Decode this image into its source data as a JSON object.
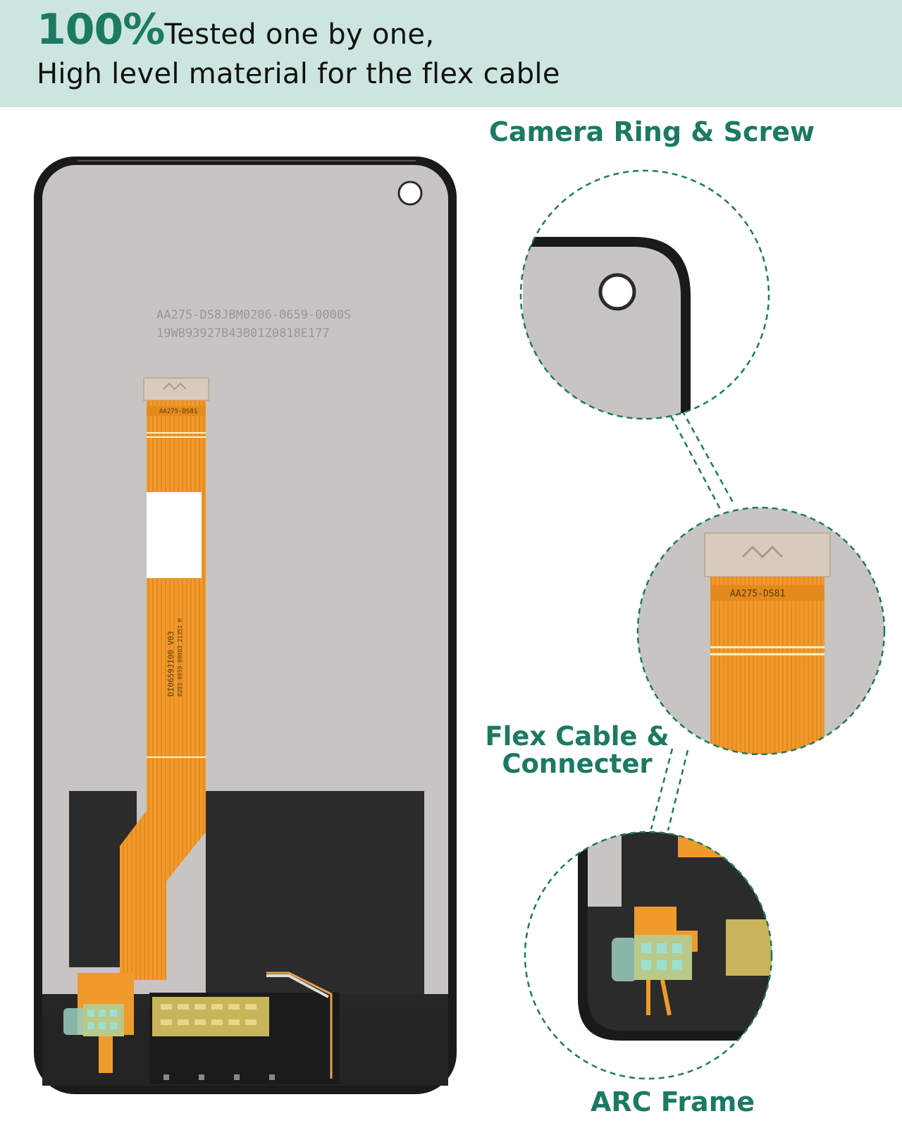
{
  "header": {
    "percent": "100%",
    "line1_rest": "Tested one by one,",
    "line2": "High level material for the flex cable"
  },
  "callouts": {
    "camera": "Camera Ring & Screw",
    "flex_line1": "Flex Cable &",
    "flex_line2": "Connecter",
    "arc": "ARC Frame"
  },
  "panel_text": {
    "code_line1": "AA275-DS8JBM0206-0659-0000S",
    "code_line2": "19WB93927B43B01Z0818E177",
    "connector_code": "AA275-DS81",
    "flex_code_line1": "DI0659JI00  V03",
    "flex_code_line2": "0203-0659-00003 21351 H"
  },
  "colors": {
    "accent": "#1c7a62",
    "banner": "#cde5df",
    "flex": "#f09a2c",
    "panel": "#c8c4c2",
    "frame": "#1a1a1a"
  }
}
